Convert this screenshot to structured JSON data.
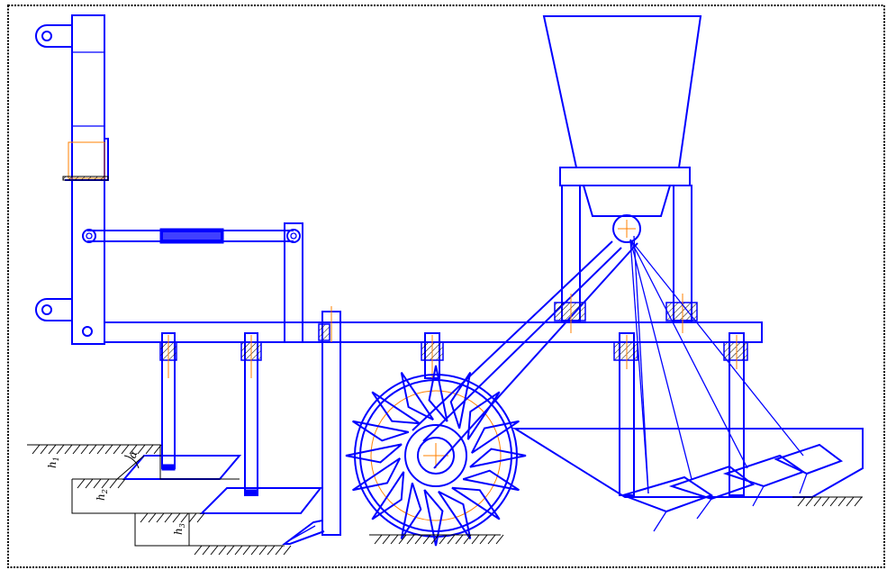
{
  "diagram": {
    "labels": {
      "h1": "h",
      "h1_sub": "1",
      "h2": "h",
      "h2_sub": "2",
      "h3": "h",
      "h3_sub": "3",
      "angle": "α"
    },
    "colors": {
      "line": "#0000ff",
      "center_line": "#ff8000",
      "ground": "#000000",
      "frame_border": "#000000"
    },
    "rotor": {
      "spike_count": 16
    }
  }
}
